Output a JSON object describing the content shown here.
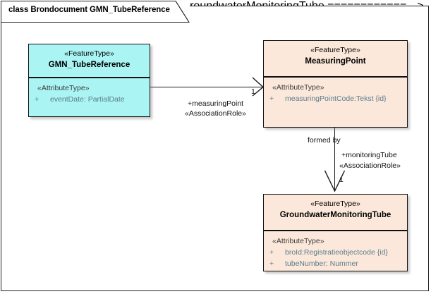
{
  "diagram": {
    "title": "class Brondocument GMN_TubeReference",
    "background_color": "#ffffff",
    "frame_border_color": "#222222"
  },
  "classes": [
    {
      "id": "gmn-tube-reference",
      "stereotype": "«FeatureType»",
      "name": "GMN_TubeReference",
      "fill_color": "#aaf4f4",
      "attribute_stereotype": "«AttributeType»",
      "attributes": [
        {
          "visibility": "+",
          "text": "eventDate: PartialDate"
        }
      ]
    },
    {
      "id": "measuring-point",
      "stereotype": "«FeatureType»",
      "name": "MeasuringPoint",
      "fill_color": "#fbe8da",
      "attribute_stereotype": "«AttributeType»",
      "attributes": [
        {
          "visibility": "+",
          "text": "measuringPointCode:Tekst {id}"
        }
      ]
    },
    {
      "id": "groundwater-monitoring-tube",
      "stereotype": "«FeatureType»",
      "name": "GroundwaterMonitoringTube",
      "fill_color": "#fbe8da",
      "attribute_stereotype": "«AttributeType»",
      "attributes": [
        {
          "visibility": "+",
          "text": "broId:Registratieobjectcode {id}"
        },
        {
          "visibility": "+",
          "text": "tubeNumber: Nummer"
        }
      ]
    }
  ],
  "associations": [
    {
      "id": "assoc-measuring-point",
      "source": "gmn-tube-reference",
      "target": "measuring-point",
      "role_name": "+measuringPoint",
      "role_stereotype": "«AssociationRole»",
      "target_multiplicity": "1"
    },
    {
      "id": "assoc-monitoring-tube",
      "source": "measuring-point",
      "target": "groundwater-monitoring-tube",
      "label": "formed by",
      "role_name": "+monitoringTube",
      "role_stereotype": "«AssociationRole»",
      "target_multiplicity": "1"
    }
  ]
}
